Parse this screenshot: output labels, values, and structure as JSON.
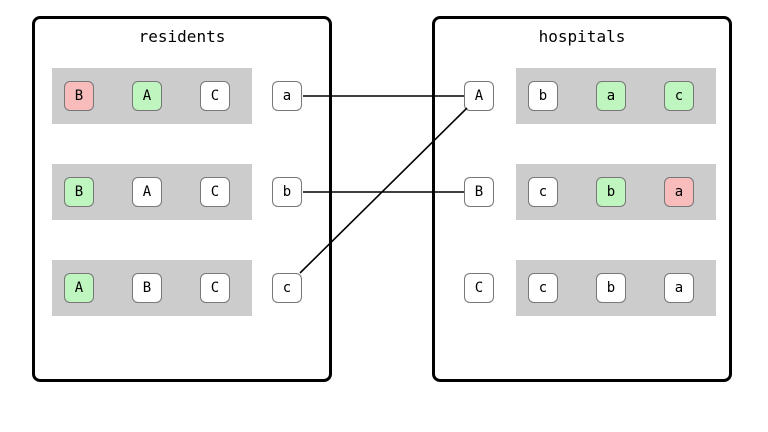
{
  "colors": {
    "match": "#bff5bf",
    "reject": "#f9bcbc",
    "row": "#cccccc"
  },
  "residents": {
    "title": "residents",
    "rows": [
      {
        "id": "a",
        "prefs": [
          {
            "label": "B",
            "state": "red"
          },
          {
            "label": "A",
            "state": "green"
          },
          {
            "label": "C",
            "state": "none"
          }
        ]
      },
      {
        "id": "b",
        "prefs": [
          {
            "label": "B",
            "state": "green"
          },
          {
            "label": "A",
            "state": "none"
          },
          {
            "label": "C",
            "state": "none"
          }
        ]
      },
      {
        "id": "c",
        "prefs": [
          {
            "label": "A",
            "state": "green"
          },
          {
            "label": "B",
            "state": "none"
          },
          {
            "label": "C",
            "state": "none"
          }
        ]
      }
    ]
  },
  "hospitals": {
    "title": "hospitals",
    "rows": [
      {
        "id": "A",
        "prefs": [
          {
            "label": "b",
            "state": "none"
          },
          {
            "label": "a",
            "state": "green"
          },
          {
            "label": "c",
            "state": "green"
          }
        ]
      },
      {
        "id": "B",
        "prefs": [
          {
            "label": "c",
            "state": "none"
          },
          {
            "label": "b",
            "state": "green"
          },
          {
            "label": "a",
            "state": "red"
          }
        ]
      },
      {
        "id": "C",
        "prefs": [
          {
            "label": "c",
            "state": "none"
          },
          {
            "label": "b",
            "state": "none"
          },
          {
            "label": "a",
            "state": "none"
          }
        ]
      }
    ]
  },
  "matches": [
    {
      "resident": "a",
      "hospital": "A"
    },
    {
      "resident": "b",
      "hospital": "B"
    },
    {
      "resident": "c",
      "hospital": "A"
    }
  ]
}
